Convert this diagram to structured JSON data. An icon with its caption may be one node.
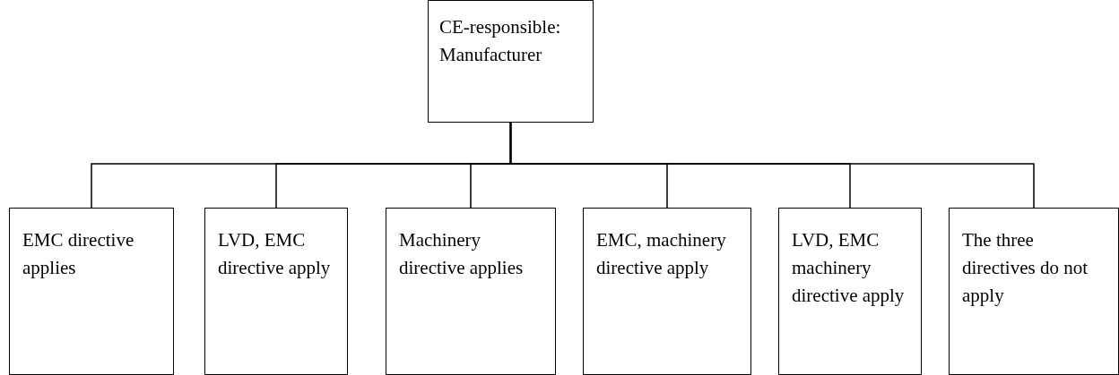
{
  "diagram": {
    "nodes": [
      {
        "text": [
          "CE-responsible: Manufacturer"
        ]
      },
      {
        "text": [
          "EMC directive applies"
        ]
      },
      {
        "text": [
          "LVD, EMC directive apply"
        ]
      },
      {
        "text": [
          "Machinery directive applies"
        ]
      },
      {
        "text": [
          "EMC, machinery directive apply"
        ]
      },
      {
        "text": [
          "LVD, EMC machinery directive apply"
        ]
      },
      {
        "text": [
          "The three directives do not apply"
        ]
      }
    ],
    "edges": [
      {
        "from": 0,
        "to": 1,
        "arrow": "none"
      },
      {
        "from": 0,
        "to": 2,
        "arrow": "none"
      },
      {
        "from": 0,
        "to": 3,
        "arrow": "none"
      },
      {
        "from": 0,
        "to": 4,
        "arrow": "none"
      },
      {
        "from": 0,
        "to": 5,
        "arrow": "none"
      },
      {
        "from": 0,
        "to": 6,
        "arrow": "none"
      }
    ]
  }
}
